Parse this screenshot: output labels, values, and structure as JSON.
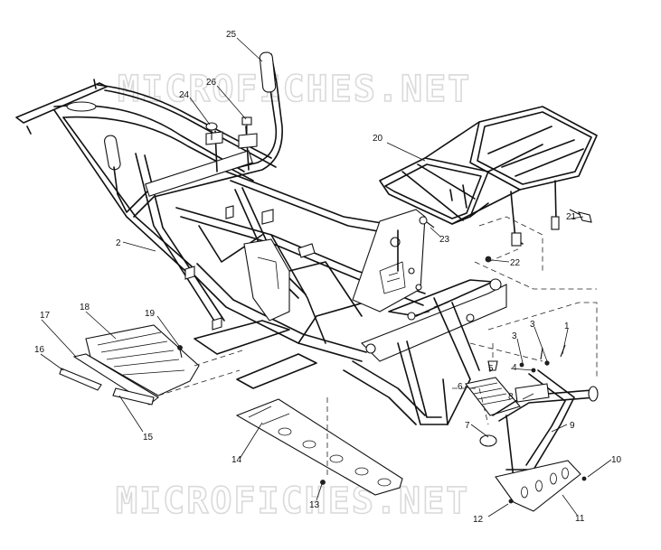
{
  "watermark": {
    "text": "MICROFICHES.NET"
  },
  "callouts": [
    "25",
    "26",
    "24",
    "20",
    "2",
    "23",
    "21",
    "22",
    "18",
    "17",
    "19",
    "16",
    "15",
    "3",
    "1",
    "5",
    "4",
    "6",
    "8",
    "7",
    "9",
    "14",
    "10",
    "13",
    "12",
    "11"
  ]
}
